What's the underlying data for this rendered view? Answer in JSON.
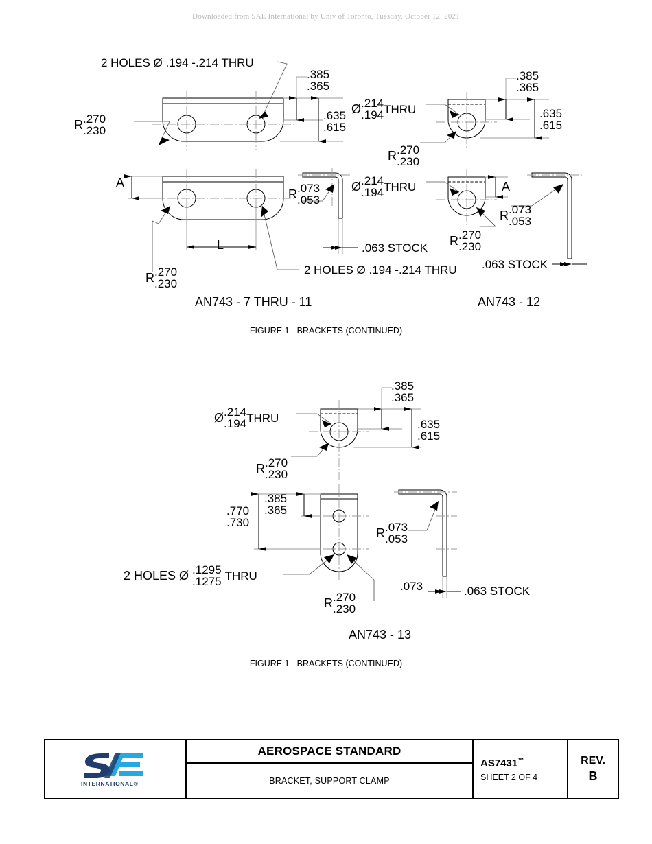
{
  "header": {
    "download_notice": "Downloaded from SAE International by Univ of Toronto, Tuesday, October 12, 2021"
  },
  "figures": [
    {
      "id": "an743-7-thru-11",
      "part_number": "AN743 - 7 THRU - 11",
      "labels": {
        "holes_note": "2 HOLES Ø .194 -.214 THRU",
        "holes_note_2": "2 HOLES Ø .194 -.214 THRU",
        "corner_radius_prefix": "R",
        "corner_radius_max": ".270",
        "corner_radius_min": ".230",
        "flange_height_max": ".385",
        "flange_height_min": ".365",
        "overall_height_max": ".635",
        "overall_height_min": ".615",
        "bend_radius_prefix": "R",
        "bend_radius_max": ".073",
        "bend_radius_min": ".053",
        "stock": ".063 STOCK",
        "dim_a": "A",
        "dim_l": "L"
      }
    },
    {
      "id": "an743-12",
      "part_number": "AN743 - 12",
      "labels": {
        "hole_prefix": "Ø",
        "hole_max": ".214",
        "hole_min": ".194",
        "hole_suffix": "THRU",
        "hole_prefix_2": "Ø",
        "hole_max_2": ".214",
        "hole_min_2": ".194",
        "hole_suffix_2": "THRU",
        "corner_radius_prefix": "R",
        "corner_radius_max": ".270",
        "corner_radius_min": ".230",
        "corner_radius_prefix_2": "R",
        "corner_radius_max_2": ".270",
        "corner_radius_min_2": ".230",
        "flange_height_max": ".385",
        "flange_height_min": ".365",
        "overall_height_max": ".635",
        "overall_height_min": ".615",
        "bend_radius_prefix": "R",
        "bend_radius_max": ".073",
        "bend_radius_min": ".053",
        "stock": ".063 STOCK",
        "dim_a": "A"
      }
    },
    {
      "id": "an743-13",
      "part_number": "AN743 - 13",
      "labels": {
        "hole_prefix": "Ø",
        "hole_max": ".214",
        "hole_min": ".194",
        "hole_suffix": "THRU",
        "corner_radius_prefix": "R",
        "corner_radius_max": ".270",
        "corner_radius_min": ".230",
        "corner_radius_prefix_2": "R",
        "corner_radius_max_2": ".270",
        "corner_radius_min_2": ".230",
        "flange_height_max": ".385",
        "flange_height_min": ".365",
        "overall_height_max": ".635",
        "overall_height_min": ".615",
        "hole_spacing_max": ".770",
        "hole_spacing_min": ".730",
        "two_holes_prefix": "2 HOLES Ø",
        "two_holes_max": ".1295",
        "two_holes_min": ".1275",
        "two_holes_suffix": "THRU",
        "bend_radius_prefix": "R",
        "bend_radius_max": ".073",
        "bend_radius_min": ".053",
        "leg_dim": ".073",
        "stock": ".063 STOCK"
      }
    }
  ],
  "captions": {
    "figure_top": "FIGURE 1 - BRACKETS (CONTINUED)",
    "figure_bottom": "FIGURE 1 - BRACKETS (CONTINUED)"
  },
  "title_block": {
    "logo_text": "SAE",
    "logo_subtext": "INTERNATIONAL",
    "logo_registered": "®",
    "standard_type": "AEROSPACE STANDARD",
    "title": "BRACKET, SUPPORT CLAMP",
    "document_number": "AS7431",
    "trademark": "™",
    "sheet": "SHEET 2 OF 4",
    "rev_label": "REV.",
    "rev_value": "B"
  },
  "colors": {
    "logo_dark_blue": "#1f3e6e",
    "logo_light_blue": "#27a8e0",
    "line_black": "#000000",
    "watermark_gray": "#b9b9b9",
    "centerline_gray": "#9a9a9a"
  }
}
